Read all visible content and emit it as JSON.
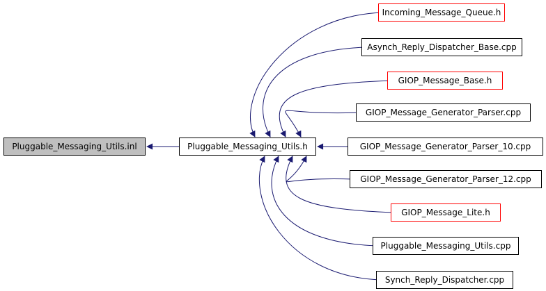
{
  "colors": {
    "edge": "#191970",
    "red_border": "#ff0000",
    "root_fill": "#bfbfbf",
    "node_border": "#000000"
  },
  "root": "Pluggable_Messaging_Utils.inl",
  "hub": "Pluggable_Messaging_Utils.h",
  "targets": [
    {
      "label": "Incoming_Message_Queue.h",
      "border": "red"
    },
    {
      "label": "Asynch_Reply_Dispatcher_Base.cpp",
      "border": "black"
    },
    {
      "label": "GIOP_Message_Base.h",
      "border": "red"
    },
    {
      "label": "GIOP_Message_Generator_Parser.cpp",
      "border": "black"
    },
    {
      "label": "GIOP_Message_Generator_Parser_10.cpp",
      "border": "black"
    },
    {
      "label": "GIOP_Message_Generator_Parser_12.cpp",
      "border": "black"
    },
    {
      "label": "GIOP_Message_Lite.h",
      "border": "red"
    },
    {
      "label": "Pluggable_Messaging_Utils.cpp",
      "border": "black"
    },
    {
      "label": "Synch_Reply_Dispatcher.cpp",
      "border": "black"
    }
  ]
}
